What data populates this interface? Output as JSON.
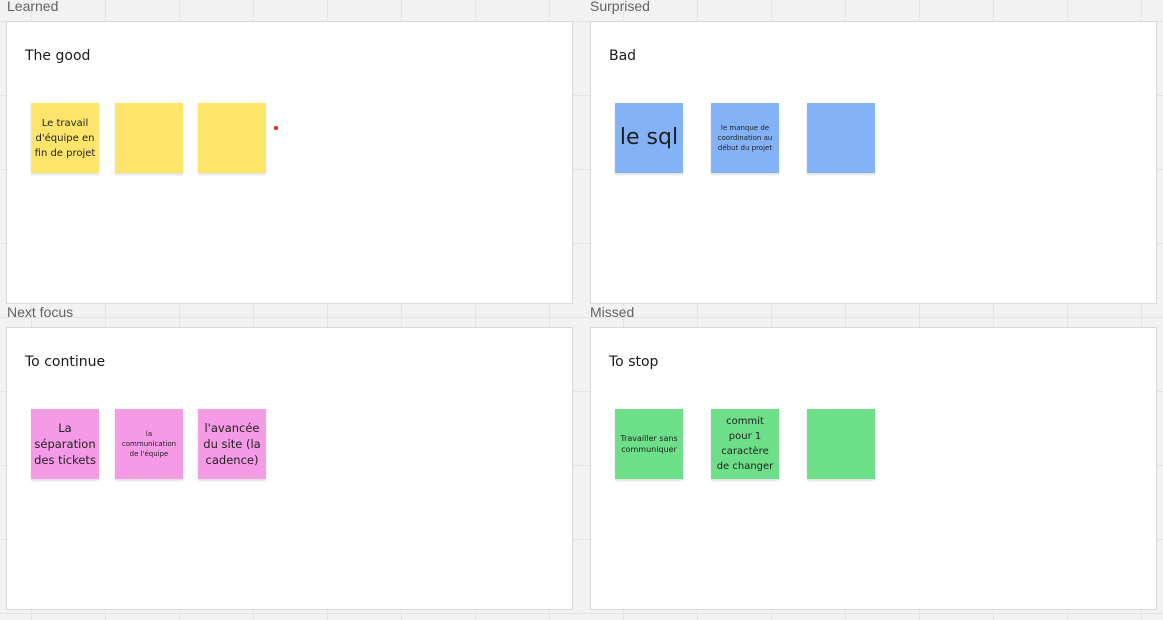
{
  "board": {
    "quadrants": [
      {
        "label": "Learned",
        "title": "The good",
        "color": "#fde46b",
        "stickies": [
          "Le travail d'équipe en fin de projet",
          "",
          ""
        ]
      },
      {
        "label": "Surprised",
        "title": "Bad",
        "color": "#84b2f6",
        "stickies": [
          "le sql",
          "le manque de coordination au début du projet",
          ""
        ]
      },
      {
        "label": "Next focus",
        "title": "To continue",
        "color": "#f59be6",
        "stickies": [
          "La séparation des tickets",
          "la communication de l'équipe",
          "l'avancée du site (la cadence)"
        ]
      },
      {
        "label": "Missed",
        "title": "To stop",
        "color": "#6ddf88",
        "stickies": [
          "Travailler sans communiquer",
          "commit pour 1 caractère de changer",
          ""
        ]
      }
    ]
  }
}
